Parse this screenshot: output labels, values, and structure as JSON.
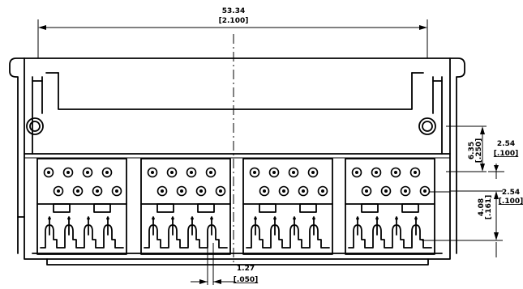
{
  "dimensions": {
    "overall_width": {
      "mm": "53.34",
      "inch": "[2.100]"
    },
    "right_height": {
      "mm": "6.35",
      "inch": "[.250]"
    },
    "pin_pitch_upper": {
      "mm": "2.54",
      "inch": "[.100]"
    },
    "pin_pitch_lower": {
      "mm": "2.54",
      "inch": "[.100]"
    },
    "row_offset": {
      "mm": "4.08",
      "inch": "[.161]"
    },
    "lead_pitch": {
      "mm": "1.27",
      "inch": "[.050]"
    }
  },
  "ports": {
    "count": 4,
    "pins_per_row": 4,
    "leads_per_port": 4
  }
}
